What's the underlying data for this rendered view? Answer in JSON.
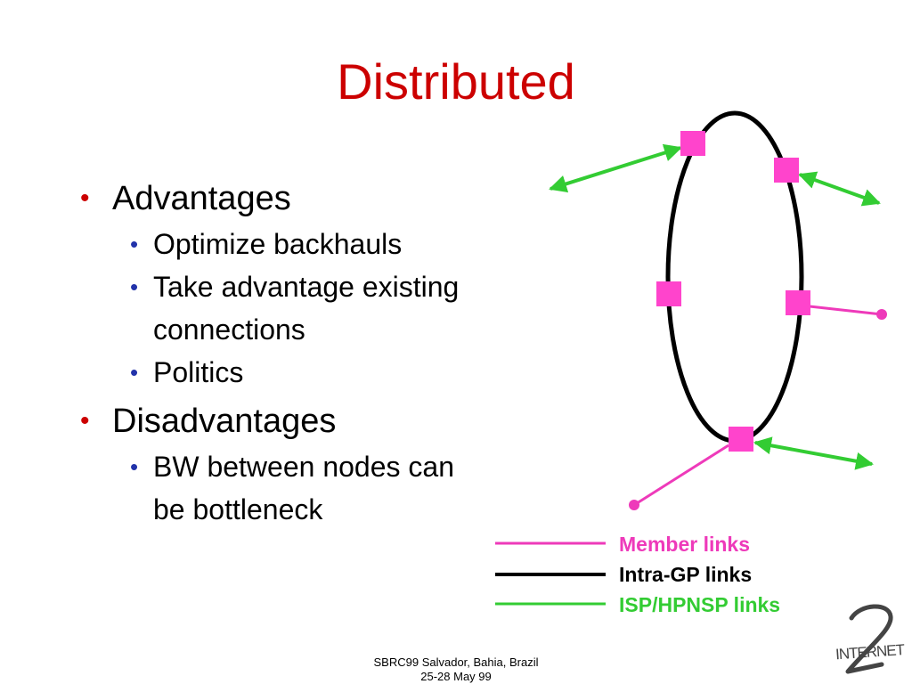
{
  "slide": {
    "title": "Distributed",
    "bullets": [
      {
        "text": "Advantages",
        "sub": [
          "Optimize backhauls",
          "Take advantage existing connections",
          "Politics"
        ]
      },
      {
        "text": "Disadvantages",
        "sub": [
          "BW between nodes can be bottleneck"
        ]
      }
    ]
  },
  "legend": {
    "member": "Member links",
    "intra": "Intra-GP links",
    "isp": "ISP/HPNSP links"
  },
  "footer": {
    "line1": "SBRC99 Salvador, Bahia, Brazil",
    "line2": "25-28 May 99"
  },
  "logo": {
    "text": "INTERNET",
    "numeral": "2"
  },
  "colors": {
    "title": "#cc0000",
    "member_link": "#ee3aba",
    "intra_link": "#000000",
    "isp_link": "#33cc33",
    "node": "#ff44cc",
    "bullet_level1": "#cc0000",
    "bullet_level2": "#2233aa"
  }
}
